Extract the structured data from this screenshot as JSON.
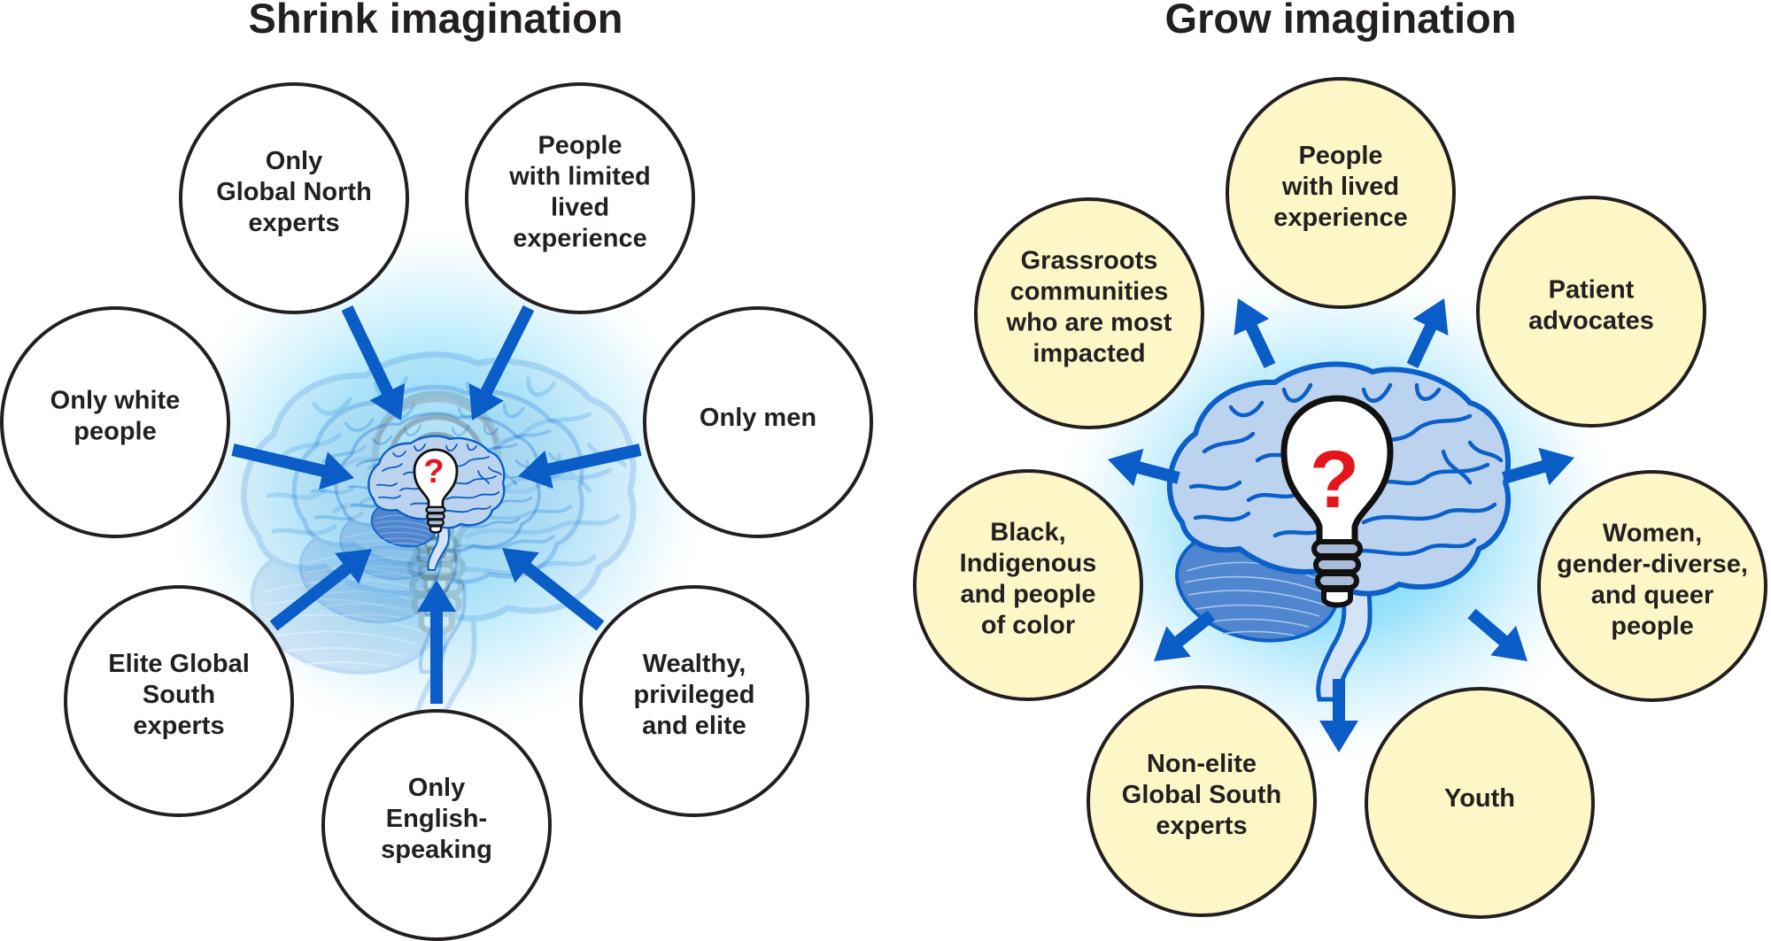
{
  "shrink": {
    "title": "Shrink imagination",
    "center_icon": "brain-with-question-lightbulb-icon",
    "arrow_direction": "inward",
    "bubble_fill": "#ffffff",
    "bubbles": [
      {
        "lines": [
          "Only",
          "Global North",
          "experts"
        ]
      },
      {
        "lines": [
          "People",
          "with limited",
          "lived",
          "experience"
        ]
      },
      {
        "lines": [
          "Only white",
          "people"
        ]
      },
      {
        "lines": [
          "Only men"
        ]
      },
      {
        "lines": [
          "Elite Global",
          "South",
          "experts"
        ]
      },
      {
        "lines": [
          "Wealthy,",
          "privileged",
          "and elite"
        ]
      },
      {
        "lines": [
          "Only",
          "English-",
          "speaking"
        ]
      }
    ]
  },
  "grow": {
    "title": "Grow imagination",
    "center_icon": "brain-with-question-lightbulb-icon",
    "arrow_direction": "outward",
    "bubble_fill": "#fdf7c7",
    "bubbles": [
      {
        "lines": [
          "Grassroots",
          "communities",
          "who are most",
          "impacted"
        ]
      },
      {
        "lines": [
          "People",
          "with lived",
          "experience"
        ]
      },
      {
        "lines": [
          "Patient",
          "advocates"
        ]
      },
      {
        "lines": [
          "Black,",
          "Indigenous",
          "and people",
          "of color"
        ]
      },
      {
        "lines": [
          "Women,",
          "gender-diverse,",
          "and queer",
          "people"
        ]
      },
      {
        "lines": [
          "Non-elite",
          "Global South",
          "experts"
        ]
      },
      {
        "lines": [
          "Youth"
        ]
      }
    ]
  },
  "symbols": {
    "question_mark": "?"
  },
  "colors": {
    "arrow": "#0a5cc7",
    "glow": "#5fd2f8",
    "brain_fill": "#bcd3ef",
    "brain_outline": "#0b5fc8",
    "question_mark": "#e2161b",
    "bubble_outline": "#231f20"
  }
}
